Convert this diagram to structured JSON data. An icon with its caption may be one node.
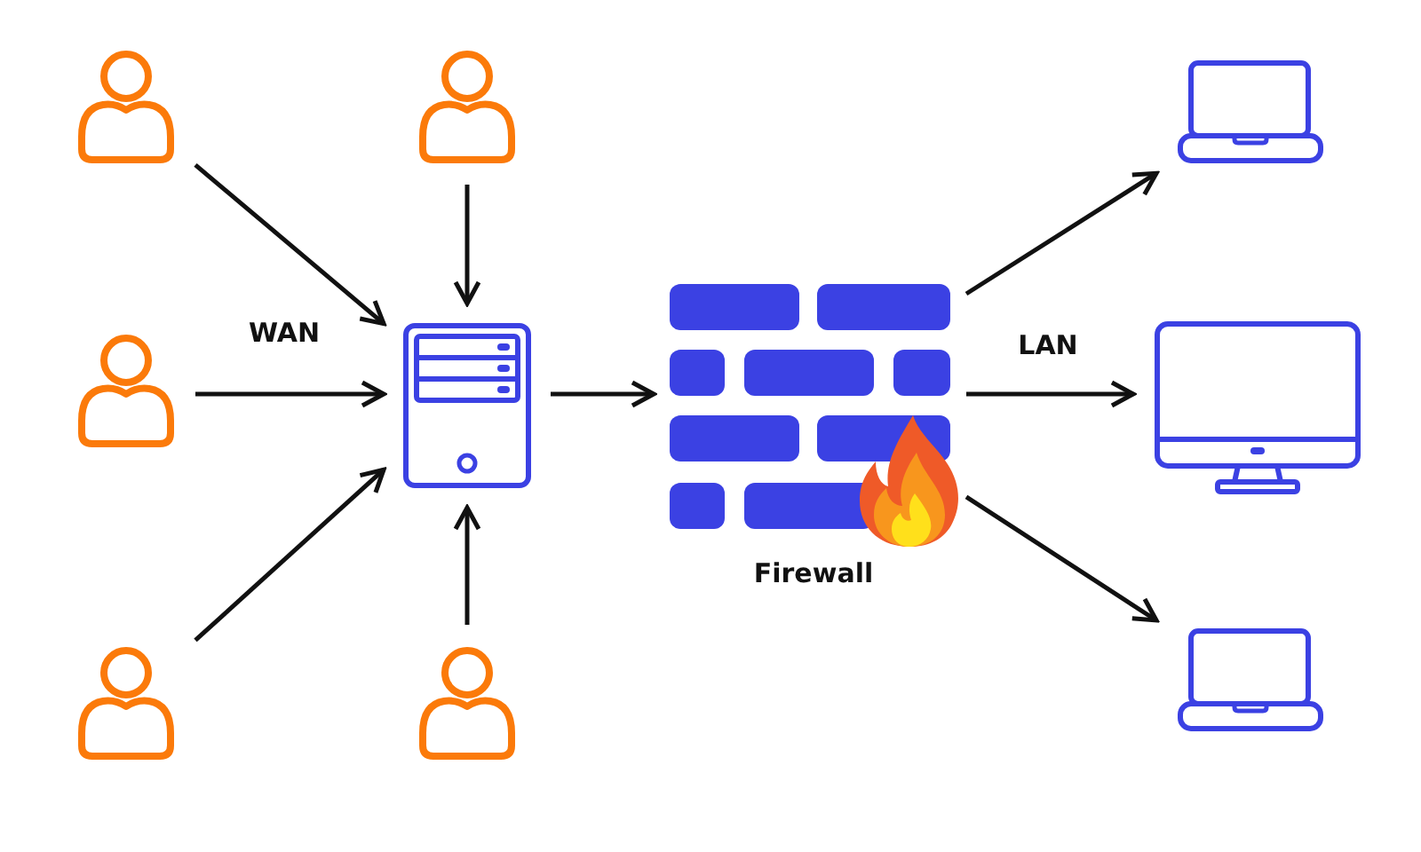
{
  "diagram": {
    "nodes": [
      {
        "text": [],
        "shape": "person"
      },
      {
        "text": [],
        "shape": "person"
      },
      {
        "text": [],
        "shape": "person"
      },
      {
        "text": [],
        "shape": "person"
      },
      {
        "text": [],
        "shape": "person"
      },
      {
        "text": [],
        "shape": "server"
      },
      {
        "text": [
          "Firewall"
        ]
      },
      {
        "text": [],
        "shape": "laptop"
      },
      {
        "text": [],
        "shape": "monitor"
      },
      {
        "text": [],
        "shape": "laptop"
      }
    ],
    "edges": [
      {
        "from": 0,
        "to": 5,
        "arrow": "to"
      },
      {
        "from": 1,
        "to": 5,
        "arrow": "to"
      },
      {
        "from": 2,
        "to": 5,
        "arrow": "to"
      },
      {
        "from": 3,
        "to": 5,
        "arrow": "to"
      },
      {
        "from": 4,
        "to": 5,
        "arrow": "to"
      },
      {
        "from": 5,
        "to": 6,
        "arrow": "to"
      },
      {
        "from": 6,
        "to": 7,
        "arrow": "to"
      },
      {
        "from": 6,
        "to": 8,
        "arrow": "to"
      },
      {
        "from": 6,
        "to": 9,
        "arrow": "to"
      }
    ],
    "labels": [
      "WAN",
      "LAN"
    ]
  }
}
